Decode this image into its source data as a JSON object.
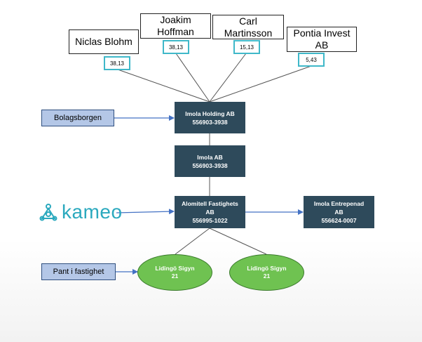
{
  "owners": [
    {
      "name": "Niclas Blohm",
      "share": "38,13"
    },
    {
      "name": "Joakim\nHoffman",
      "share": "38,13"
    },
    {
      "name": "Carl\nMartinsson",
      "share": "15,13"
    },
    {
      "name": "Pontia Invest\nAB",
      "share": "5,43"
    }
  ],
  "companies": {
    "holding": "Imola Holding AB\n556903-3938",
    "imola": "Imola AB\n556903-3938",
    "alomitell": "Alomitell Fastighets\nAB\n556995-1022",
    "entrepenad": "Imola Entrepenad\nAB\n556624-0007"
  },
  "labels": {
    "bolagsborgen": "Bolagsborgen",
    "pant": "Pant i fastighet"
  },
  "lender": {
    "name": "kameo",
    "icon": "kameo-logo-icon"
  },
  "properties": [
    "Lidingö Sigyn\n21",
    "Lidingö Sigyn\n21"
  ],
  "colors": {
    "company_fill": "#2e4a5b",
    "property_fill": "#6fc251",
    "label_fill": "#b4c7e7",
    "share_border": "#3fb8c9",
    "arrow": "#4472c4",
    "connector": "#555555",
    "kameo": "#2ba9be"
  }
}
